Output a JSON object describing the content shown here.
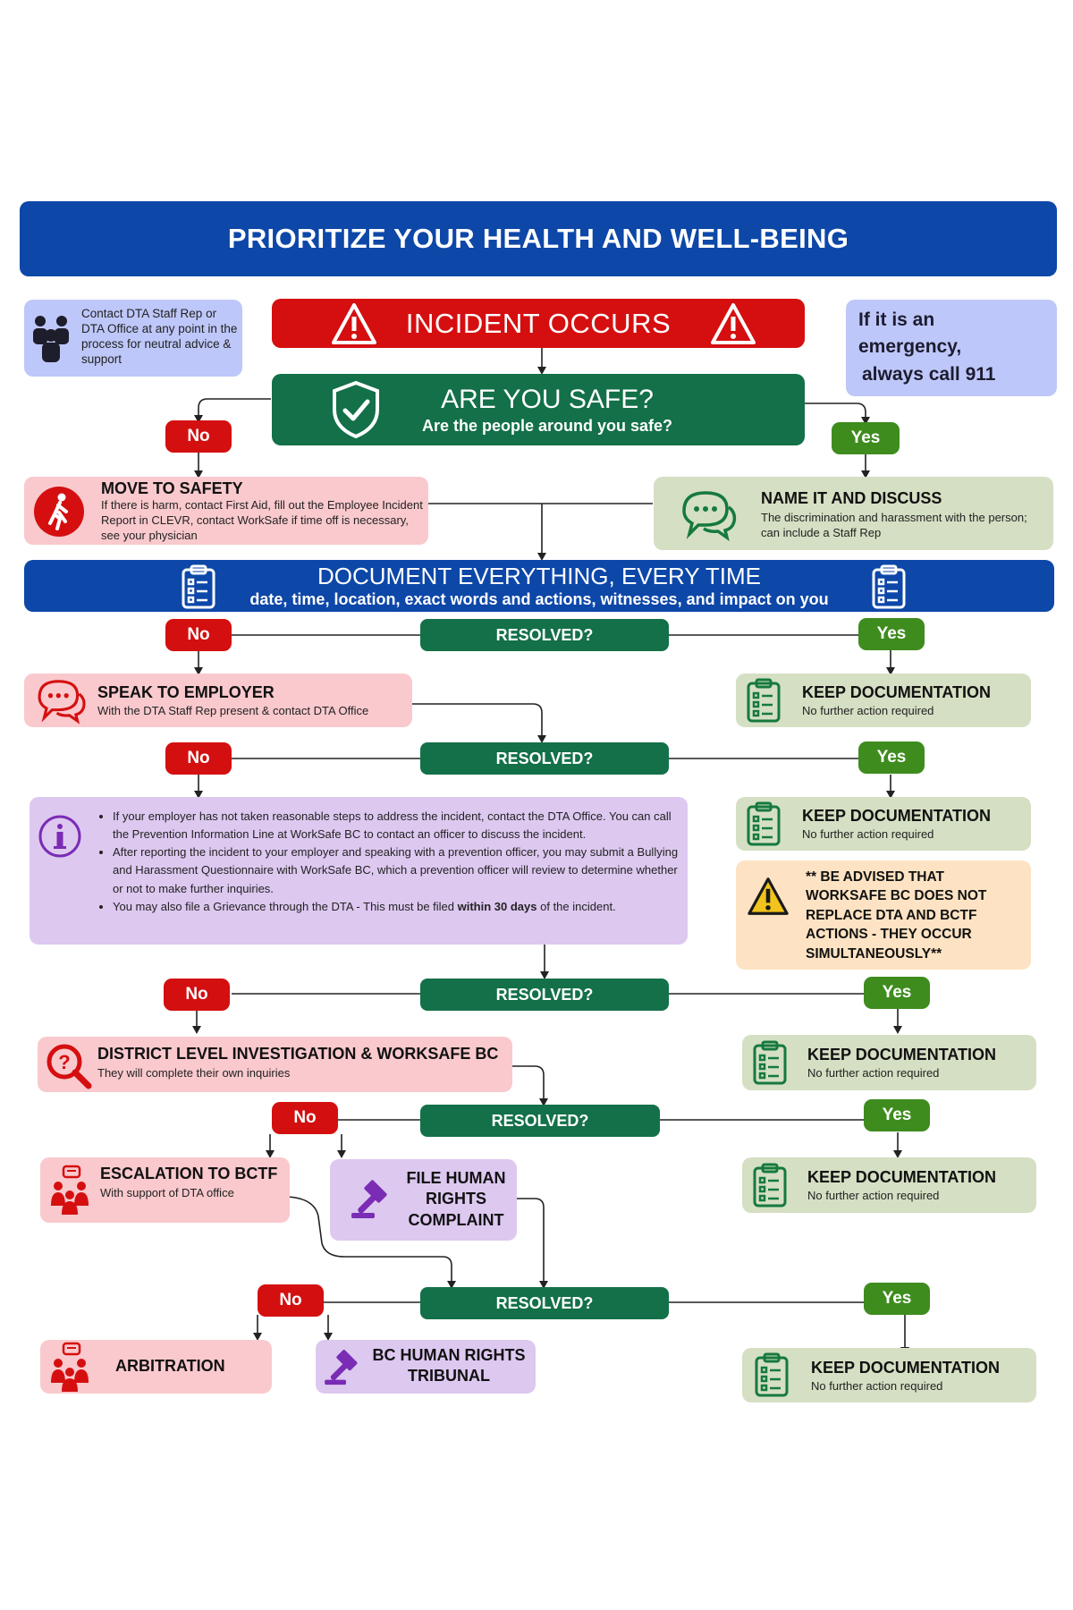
{
  "header": {
    "title": "PRIORITIZE YOUR HEALTH AND WELL-BEING"
  },
  "contact_box": {
    "text": "Contact DTA Staff Rep or DTA Office at any point in the process for neutral advice & support"
  },
  "incident": {
    "label": "INCIDENT OCCURS"
  },
  "emergency_box": {
    "line1": "If it is an",
    "line2": "emergency,",
    "line3": "always call 911"
  },
  "safe": {
    "title": "ARE YOU SAFE?",
    "subtitle": "Are the people around you safe?"
  },
  "labels": {
    "no": "No",
    "yes": "Yes",
    "resolved": "RESOLVED?"
  },
  "move_to_safety": {
    "title": "MOVE TO SAFETY",
    "text": "If there is harm, contact First Aid, fill out the Employee Incident Report in CLEVR, contact WorkSafe if time off is necessary, see your physician"
  },
  "name_it": {
    "title": "NAME IT AND DISCUSS",
    "text": "The discrimination and harassment with the person; can include a Staff Rep"
  },
  "document": {
    "title": "DOCUMENT EVERYTHING, EVERY TIME",
    "subtitle": "date, time, location, exact words and actions, witnesses, and impact on you"
  },
  "speak_employer": {
    "title": "SPEAK TO EMPLOYER",
    "text": "With the DTA Staff Rep present & contact DTA Office"
  },
  "keep_doc": {
    "title": "KEEP DOCUMENTATION",
    "text": "No further action required"
  },
  "info_box": {
    "bullet1": "If your employer has not taken reasonable steps to address the incident, contact the DTA Office. You can call the Prevention Information Line at WorkSafe BC to contact an officer to discuss the incident.",
    "bullet2": "After reporting the incident to your employer and speaking with a prevention officer, you may submit a Bullying and Harassment Questionnaire with WorkSafe BC, which a prevention officer will review to determine whether or not to make further inquiries.",
    "bullet3_pre": "You may also file a Grievance through the DTA - This must be filed ",
    "bullet3_bold": "within 30 days",
    "bullet3_post": " of the incident."
  },
  "warning_box": {
    "text": "** BE ADVISED THAT WORKSAFE BC DOES NOT REPLACE DTA AND BCTF ACTIONS - THEY OCCUR SIMULTANEOUSLY**"
  },
  "district": {
    "title": "DISTRICT LEVEL INVESTIGATION & WORKSAFE BC",
    "text": "They will complete their own inquiries"
  },
  "escalation": {
    "title": "ESCALATION TO BCTF",
    "text": "With support of DTA office"
  },
  "human_rights": {
    "line1": "FILE HUMAN",
    "line2": "RIGHTS",
    "line3": "COMPLAINT"
  },
  "arbitration": {
    "title": "ARBITRATION"
  },
  "tribunal": {
    "line1": "BC HUMAN RIGHTS",
    "line2": "TRIBUNAL"
  },
  "colors": {
    "header_blue": "#0d47a8",
    "alert_red": "#d50f10",
    "safe_green": "#137048",
    "yes_green": "#3e8c1e",
    "pink": "#f9c9cd",
    "sage": "#d5dfc3",
    "lavender": "#ddc8f0",
    "light_blue": "#bec7f9",
    "peach": "#fde3c3"
  },
  "icons": [
    "people-icon",
    "warning-triangle-icon",
    "shield-check-icon",
    "walking-person-icon",
    "chat-bubble-icon",
    "clipboard-icon",
    "info-circle-icon",
    "caution-icon",
    "magnifier-question-icon",
    "meeting-people-icon",
    "gavel-icon"
  ]
}
